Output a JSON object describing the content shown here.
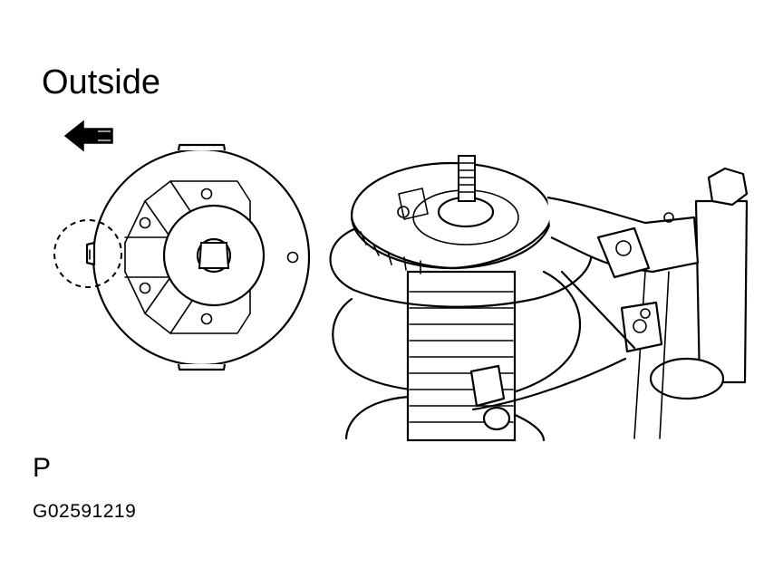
{
  "labels": {
    "direction": "Outside",
    "view_mark": "P",
    "figure_code": "G02591219"
  },
  "colors": {
    "line": "#000000",
    "background": "#ffffff"
  },
  "icons": {
    "direction_arrow": "arrow-left-icon"
  }
}
